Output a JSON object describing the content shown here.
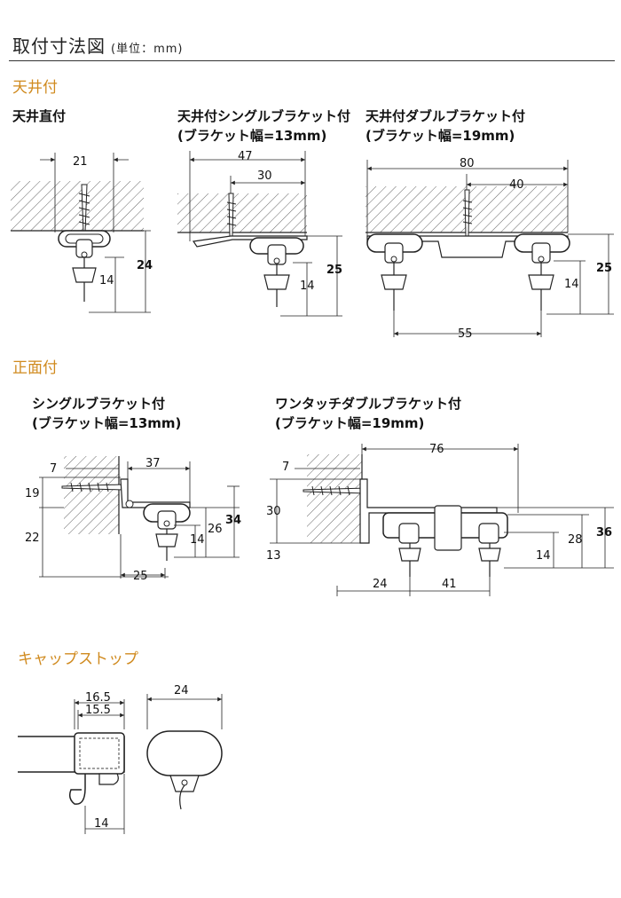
{
  "page": {
    "title": "取付寸法図",
    "unit": "(単位：mm)"
  },
  "sections": {
    "ceiling": "天井付",
    "front": "正面付",
    "cap": "キャップストップ"
  },
  "diagrams": {
    "ceiling_direct": {
      "label": "天井直付",
      "dims": [
        "21",
        "24",
        "14"
      ]
    },
    "ceiling_single": {
      "label1": "天井付シングルブラケット付",
      "label2": "(ブラケット幅=13mm)",
      "dims": [
        "47",
        "30",
        "25",
        "14"
      ]
    },
    "ceiling_double": {
      "label1": "天井付ダブルブラケット付",
      "label2": "(ブラケット幅=19mm)",
      "dims": [
        "80",
        "40",
        "25",
        "14",
        "55"
      ]
    },
    "front_single": {
      "label1": "シングルブラケット付",
      "label2": "(ブラケット幅=13mm)",
      "dims": [
        "7",
        "37",
        "19",
        "22",
        "26",
        "34",
        "14",
        "25"
      ]
    },
    "front_double": {
      "label1": "ワンタッチダブルブラケット付",
      "label2": "(ブラケット幅=19mm)",
      "dims": [
        "76",
        "7",
        "30",
        "13",
        "36",
        "28",
        "14",
        "24",
        "41"
      ]
    },
    "cap_side": {
      "dims": [
        "16.5",
        "15.5",
        "14"
      ]
    },
    "cap_front": {
      "dims": [
        "24"
      ]
    }
  },
  "colors": {
    "section": "#d08a1e",
    "hatch": "#555555",
    "line": "#222222"
  }
}
